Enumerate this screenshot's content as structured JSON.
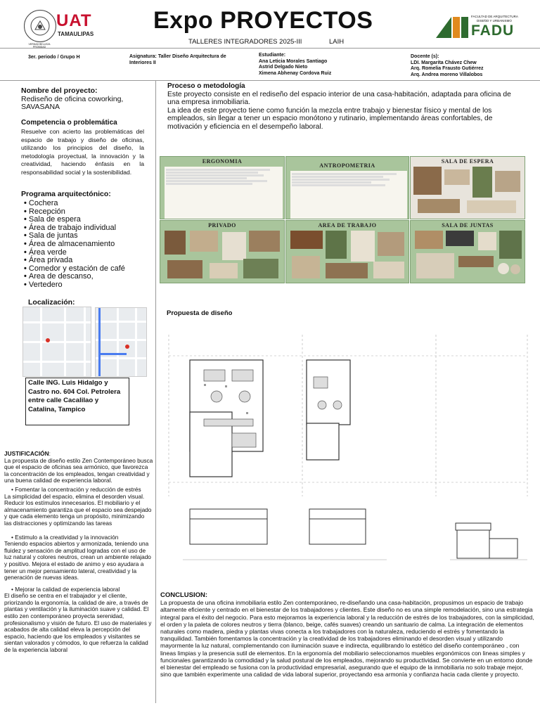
{
  "header": {
    "uat_logo": "UAT",
    "uat_sub": "TAMAULIPAS",
    "seal_text": "VERDAD BELLEZA PROBIDAD",
    "title": "Expo PROYECTOS",
    "subtitle": "TALLERES INTEGRADORES 2025-III",
    "subtitle2": "LAIH",
    "fadu_top1": "FACULTAD DE ARQUITECTURA",
    "fadu_top2": "DISEÑO Y URBANISMO",
    "fadu": "FADU"
  },
  "info": {
    "periodo": "3er. periodo / Grupo H",
    "asignatura": "Asignatura: Taller Diseño Arquitectura de Interiores II",
    "estudiante_label": "Estudiante:",
    "estudiantes": [
      "Ana Leticia Morales Santiago",
      "Astrid Delgado Nieto",
      "Ximena Abhenay Cordova Ruiz"
    ],
    "docente_label": "Docente (s):",
    "docentes": [
      "LDI. Margarita Chávez Chew",
      "Arq. Romelia Frausto Gutiérrez",
      "Arq. Andrea moreno Villalobos"
    ]
  },
  "left": {
    "nombre_label": "Nombre del proyecto:",
    "nombre": "Rediseño de oficina coworking, SAVASANA",
    "competencia_label": "Competencia o problemática",
    "competencia": "Resuelve con acierto las problemáticas del espacio de trabajo y diseño de oficinas, utilizando los principios del diseño, la metodología proyectual, la innovación y la creatividad, haciendo énfasis en la responsabilidad social y la sostenibilidad.",
    "programa_label": "Programa arquitectónico:",
    "programa": [
      "Cochera",
      "Recepción",
      "Sala de espera",
      "Área de trabajo individual",
      "Sala de juntas",
      " Área de almacenamiento",
      " Área verde",
      "Área privada",
      "Comedor y estación de café",
      " Area de descanso,",
      "Vertedero"
    ],
    "localizacion_label": "Localización:",
    "direccion": "Calle ING. Luis Hidalgo y Castro no. 604 Col. Petrolera entre calle Cacalilao y Catalina, Tampico",
    "justificacion_label": "JUSTIFICACIÓN",
    "justificacion_colon": ":",
    "justificacion": "La propuesta de diseño estilo Zen Contemporáneo busca que el espacio de oficinas sea armónico, que favorezca la concentración de los empleados, tengan creatividad y una buena calidad de experiencia laboral.",
    "b1_title": "Fomentar la concentración y reducción de estrés",
    "b1": "La simplicidad del espacio, elimina el desorden visual. Reducir los estímulos innecesarios. El mobiliario y el almacenamiento garantiza que el espacio sea despejado y que cada elemento tenga un propósito, minimizando las distracciones y optimizando las tareas",
    "b2_title": "Estimulo a la creatividad y la innovación",
    "b2": "Teniendo espacios abiertos y armonizada, teniendo una fluidez y sensación de amplitud logradas con el uso de luz natural y colores neutros, crean un ambiente relajado y positivo. Mejora el estado de animo y eso ayudara a tener un mejor pensamiento lateral, creatividad y la generación de nuevas ideas.",
    "b3_title": "Mejorar la calidad de experiencia laboral",
    "b3": "El diseño se centra en el trabajador y el cliente, priorizando la ergonomía, la calidad de aire, a través de plantas y ventilación y la iluminación suave y calidad. El estilo zen contemporáneo proyecta serenidad, profesionalismo y visión de futuro. El uso de materiales y acabados de alta calidad eleva la percepción del espacio, haciendo que los empleados y visitantes se sientan valorados y cómodos, lo que refuerza la calidad de la experiencia laboral"
  },
  "right": {
    "proceso_label": "Proceso o metodología",
    "proceso1": "Este proyecto consiste en el rediseño del espacio interior de una casa-habitación, adaptada para oficina de una empresa inmobiliaria.",
    "proceso2": "La idea de este proyecto tiene como función la mezcla entre trabajo y bienestar físico y mental de los empleados, sin llegar a tener un espacio monótono y rutinario, implementando áreas confortables, de motivación y eficiencia en el desempeño laboral.",
    "panels": {
      "ergonomia": "ERGONOMIA",
      "antropometria": "ANTROPOMETRIA",
      "sala_espera": "SALA DE ESPERA",
      "privado": "PRIVADO",
      "area_trabajo": "AREA DE TRABAJO",
      "sala_juntas": "SALA DE JUNTAS"
    },
    "propuesta_label": "Propuesta de diseño",
    "conclusion_label": "CONCLUSION:",
    "conclusion": "La propuesta de una oficina inmobiliaria estilo Zen contemporáneo, re-diseñando una casa-habitación, propusimos un espacio de trabajo altamente eficiente y centrado en el bienestar de los trabajadores y clientes. Este diseño no es una simple remodelación, sino una estrategia integral para el éxito del negocio. Para esto mejoramos la experiencia laboral y la reducción de estrés de los trabajadores, con la simplicidad, el orden y la paleta de colores neutros y tierra  (blanco, beige, cafés suaves) creando un santuario de calma. La integración de elementos naturales como madera, piedra y plantas vivas conecta a los trabajadores con la naturaleza, reduciendo el estrés y fomentando la tranquilidad. También fomentamos la concentración y la creatividad de los trabajadores eliminando el desorden visual y utilizando mayormente la luz natural, complementando con iluminación suave e indirecta, equilibrando lo estético del diseño contemporáneo , con lineas limpias y la presencia sutil de elementos. En la ergonomía del mobiliario seleccionamos muebles ergonómicos con lineas simples y funcionales garantizando la comodidad y la salud postural de los empleados, mejorando su productividad. Se convierte en un entorno donde el bienestar del empleado se fusiona con la productividad empresarial, asegurando que el equipo de la inmobiliaria no solo trabaje mejor, sino que también experimente una calidad de vida laboral superior, proyectando esa armonía y confianza hacia cada cliente y proyecto."
  },
  "colors": {
    "panel_green": "#a9c59c",
    "uat_red": "#c8102e",
    "fadu_green": "#2e6b2f",
    "fadu_orange": "#e08a1e"
  }
}
